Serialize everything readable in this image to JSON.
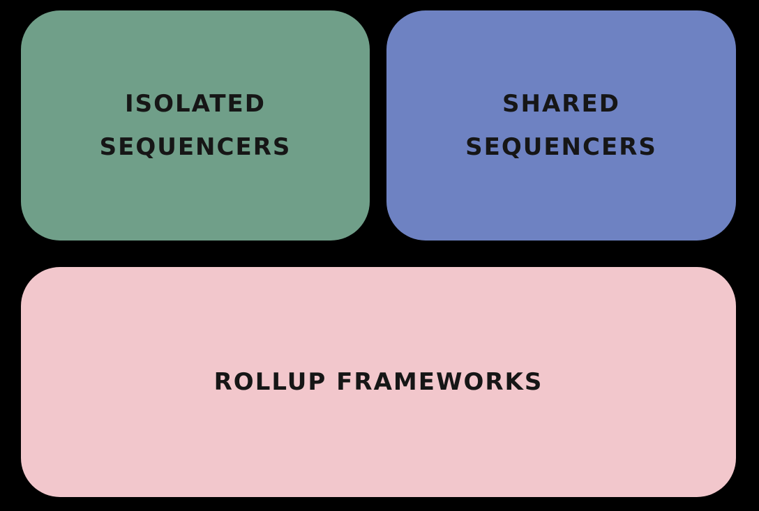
{
  "blocks": {
    "isolated_sequencers": {
      "line1": "ISOLATED",
      "line2": "SEQUENCERS",
      "color": "#709f89"
    },
    "shared_sequencers": {
      "line1": "SHARED",
      "line2": "SEQUENCERS",
      "color": "#6e82c2"
    },
    "rollup_frameworks": {
      "label": "ROLLUP FRAMEWORKS",
      "color": "#f2c7cc"
    }
  }
}
